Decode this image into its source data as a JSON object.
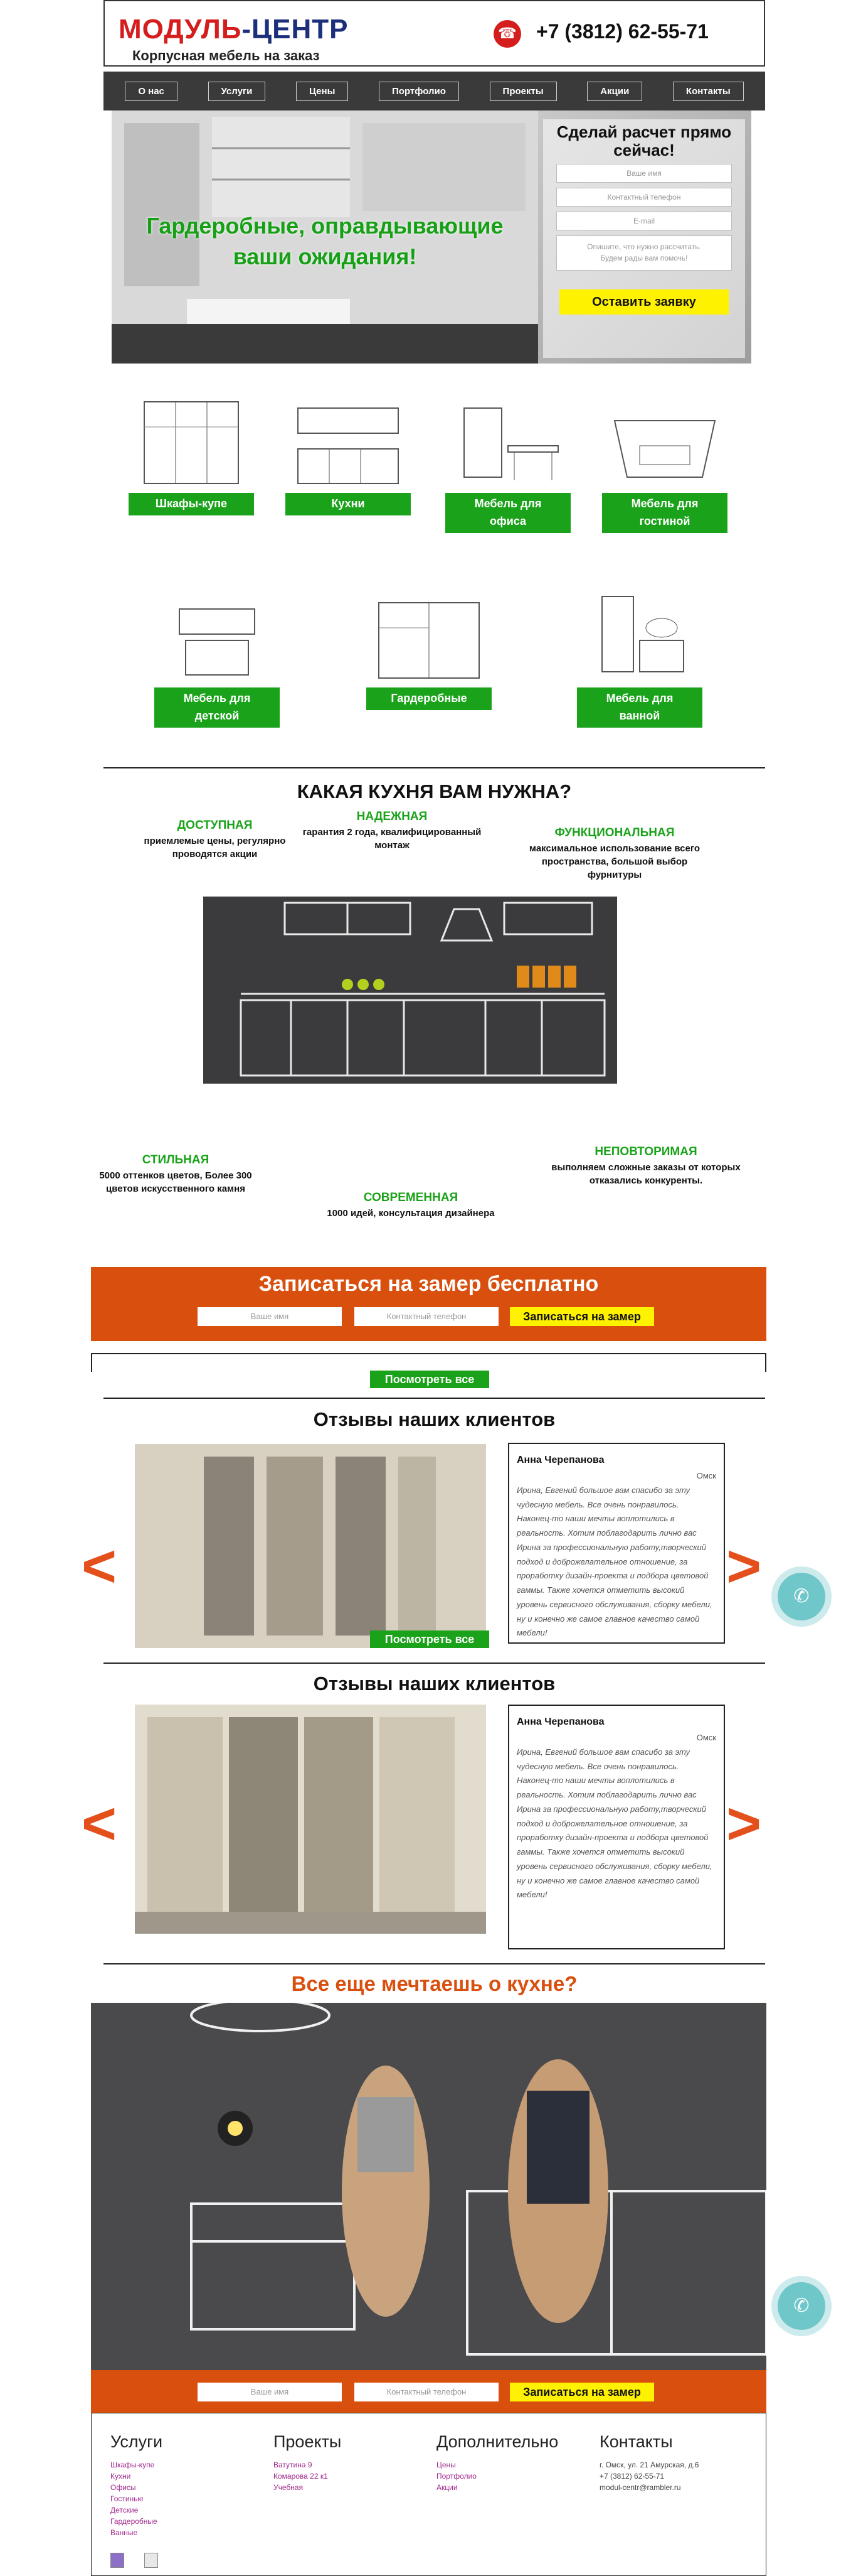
{
  "header": {
    "logo_part1": "МОДУЛЬ",
    "logo_sep": "-",
    "logo_part2": "ЦЕНТР",
    "slogan": "Корпусная мебель на заказ",
    "phone": "+7 (3812) 62-55-71"
  },
  "nav": [
    "О нас",
    "Услуги",
    "Цены",
    "Портфолио",
    "Проекты",
    "Акции",
    "Контакты"
  ],
  "hero": {
    "title_line1": "Гардеробные, оправдывающие",
    "title_line2": "ваши ожидания!",
    "form_title": "Сделай расчет прямо сейчас!",
    "name_placeholder": "Ваше имя",
    "phone_placeholder": "Контактный телефон",
    "email_placeholder": "E-mail",
    "comment_line1": "Опишите, что нужно рассчитать.",
    "comment_line2": "Будем рады вам помочь!",
    "submit": "Оставить заявку"
  },
  "categories": [
    {
      "line1": "Шкафы-купе",
      "line2": ""
    },
    {
      "line1": "Кухни",
      "line2": ""
    },
    {
      "line1": "Мебель для",
      "line2": "офиса"
    },
    {
      "line1": "Мебель для",
      "line2": "гостиной"
    },
    {
      "line1": "Мебель для",
      "line2": "детской"
    },
    {
      "line1": "Гардеробные",
      "line2": ""
    },
    {
      "line1": "Мебель для",
      "line2": "ванной"
    }
  ],
  "kitchen": {
    "title": "КАКАЯ КУХНЯ ВАМ НУЖНА?",
    "features": [
      {
        "title": "ДОСТУПНАЯ",
        "text": "приемлемые цены, регулярно проводятся акции"
      },
      {
        "title": "НАДЕЖНАЯ",
        "text": "гарантия 2 года, квалифицированный монтаж"
      },
      {
        "title": "ФУНКЦИОНАЛЬНАЯ",
        "text": "максимальное использование всего пространства, большой выбор фурнитуры"
      },
      {
        "title": "СТИЛЬНАЯ",
        "text": "5000 оттенков цветов, Более 300 цветов искусственного камня"
      },
      {
        "title": "СОВРЕМЕННАЯ",
        "text": "1000 идей, консультация дизайнера"
      },
      {
        "title": "НЕПОВТОРИМАЯ",
        "text": "выполняем сложные заказы от которых отказались конкуренты."
      }
    ]
  },
  "measure": {
    "title": "Записаться на замер бесплатно",
    "name_placeholder": "Ваше имя",
    "phone_placeholder": "Контактный телефон",
    "submit": "Записаться на замер"
  },
  "see_all": "Посмотреть все",
  "reviews": {
    "title": "Отзывы наших клиентов",
    "name": "Анна Черепанова",
    "city": "Омск",
    "text": "Ирина, Евгений большое вам спасибо за эту чудесную мебель. Все очень понравилось. Наконец-то наши мечты воплотились в реальность. Хотим поблагодарить лично вас Ирина за профессиональную работу,творческий подход и доброжелательное отношение, за проработку дизайн-проекта и подбора цветовой гаммы. Также хочется отметить высокий уровень сервисного обслуживания, сборку мебели, ну и конечно же самое главное качество самой мебели!",
    "prev": "<",
    "next": ">"
  },
  "dream": {
    "title": "Все еще мечтаешь о кухне?",
    "name_placeholder": "Ваше имя",
    "phone_placeholder": "Контактный телефон",
    "submit": "Записаться на замер"
  },
  "footer": {
    "services": {
      "title": "Услуги",
      "links": [
        "Шкафы-купе",
        "Кухни",
        "Офисы",
        "Гостиные",
        "Детские",
        "Гардеробные",
        "Ванные"
      ]
    },
    "projects": {
      "title": "Проекты",
      "links": [
        "Ватутина 9",
        "Комарова 22 к1",
        "Учебная"
      ]
    },
    "extra": {
      "title": "Дополнительно",
      "links": [
        "Цены",
        "Портфолио",
        "Акции"
      ]
    },
    "contacts": {
      "title": "Контакты",
      "lines": [
        "г. Омск, ул. 21 Амурская, д.6",
        "+7 (3812) 62-55-71",
        "modul-centr@rambler.ru"
      ]
    }
  },
  "colors": {
    "green": "#1aa31a",
    "orange": "#d94f0e",
    "yellow": "#fff200",
    "navy": "#1b2f7a",
    "red": "#d51d1d"
  }
}
